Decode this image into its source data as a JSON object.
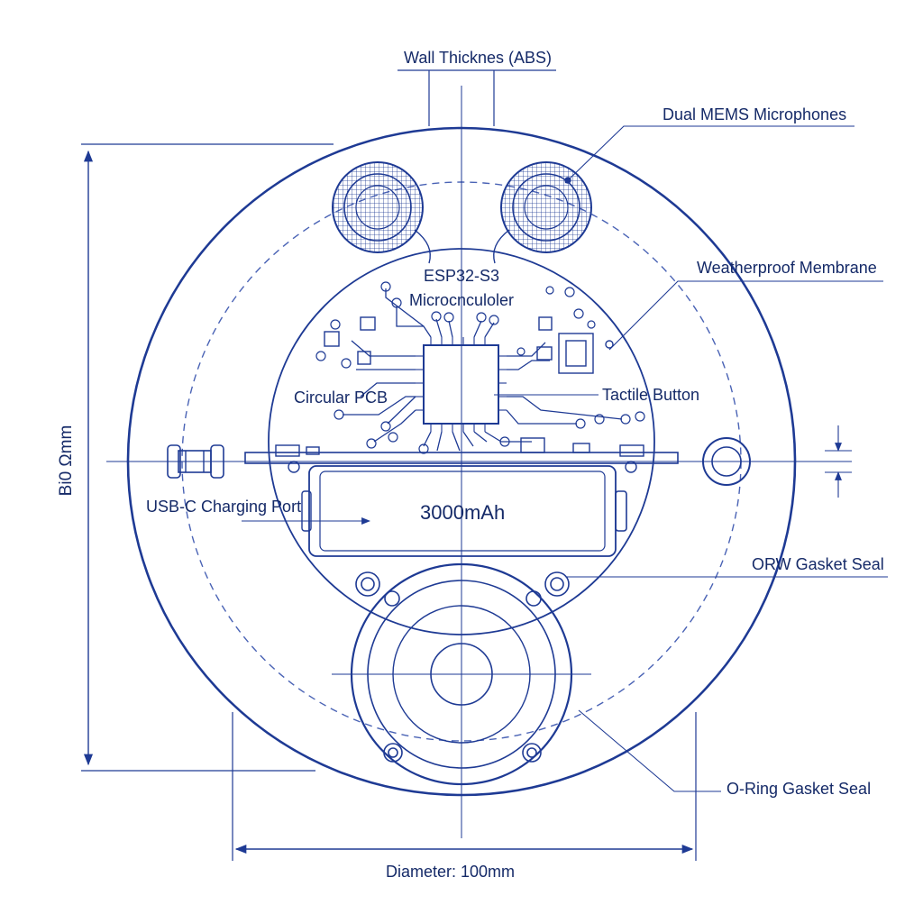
{
  "colors": {
    "ink": "#1e3a94",
    "ink_light": "#6f86c8",
    "text": "#152a68",
    "background": "#ffffff"
  },
  "labels": {
    "wall_thickness": "Wall Thicknes (ABS)",
    "dual_mems": "Dual MEMS Microphones",
    "weatherproof": "Weatherproof Membrane",
    "esp32_line1": "ESP32-S3",
    "esp32_line2": "Microcnculoler",
    "circular_pcb": "Circular PCB",
    "tactile_button": "Tactile Button",
    "usb_c": "USB-C Charging Port",
    "battery": "3000mAh",
    "orw_gasket": "ORW Gasket Seal",
    "oring_gasket": "O-Ring Gasket Seal",
    "diameter": "Diameter: 100mm",
    "height": "Bi0 Ωmm"
  }
}
